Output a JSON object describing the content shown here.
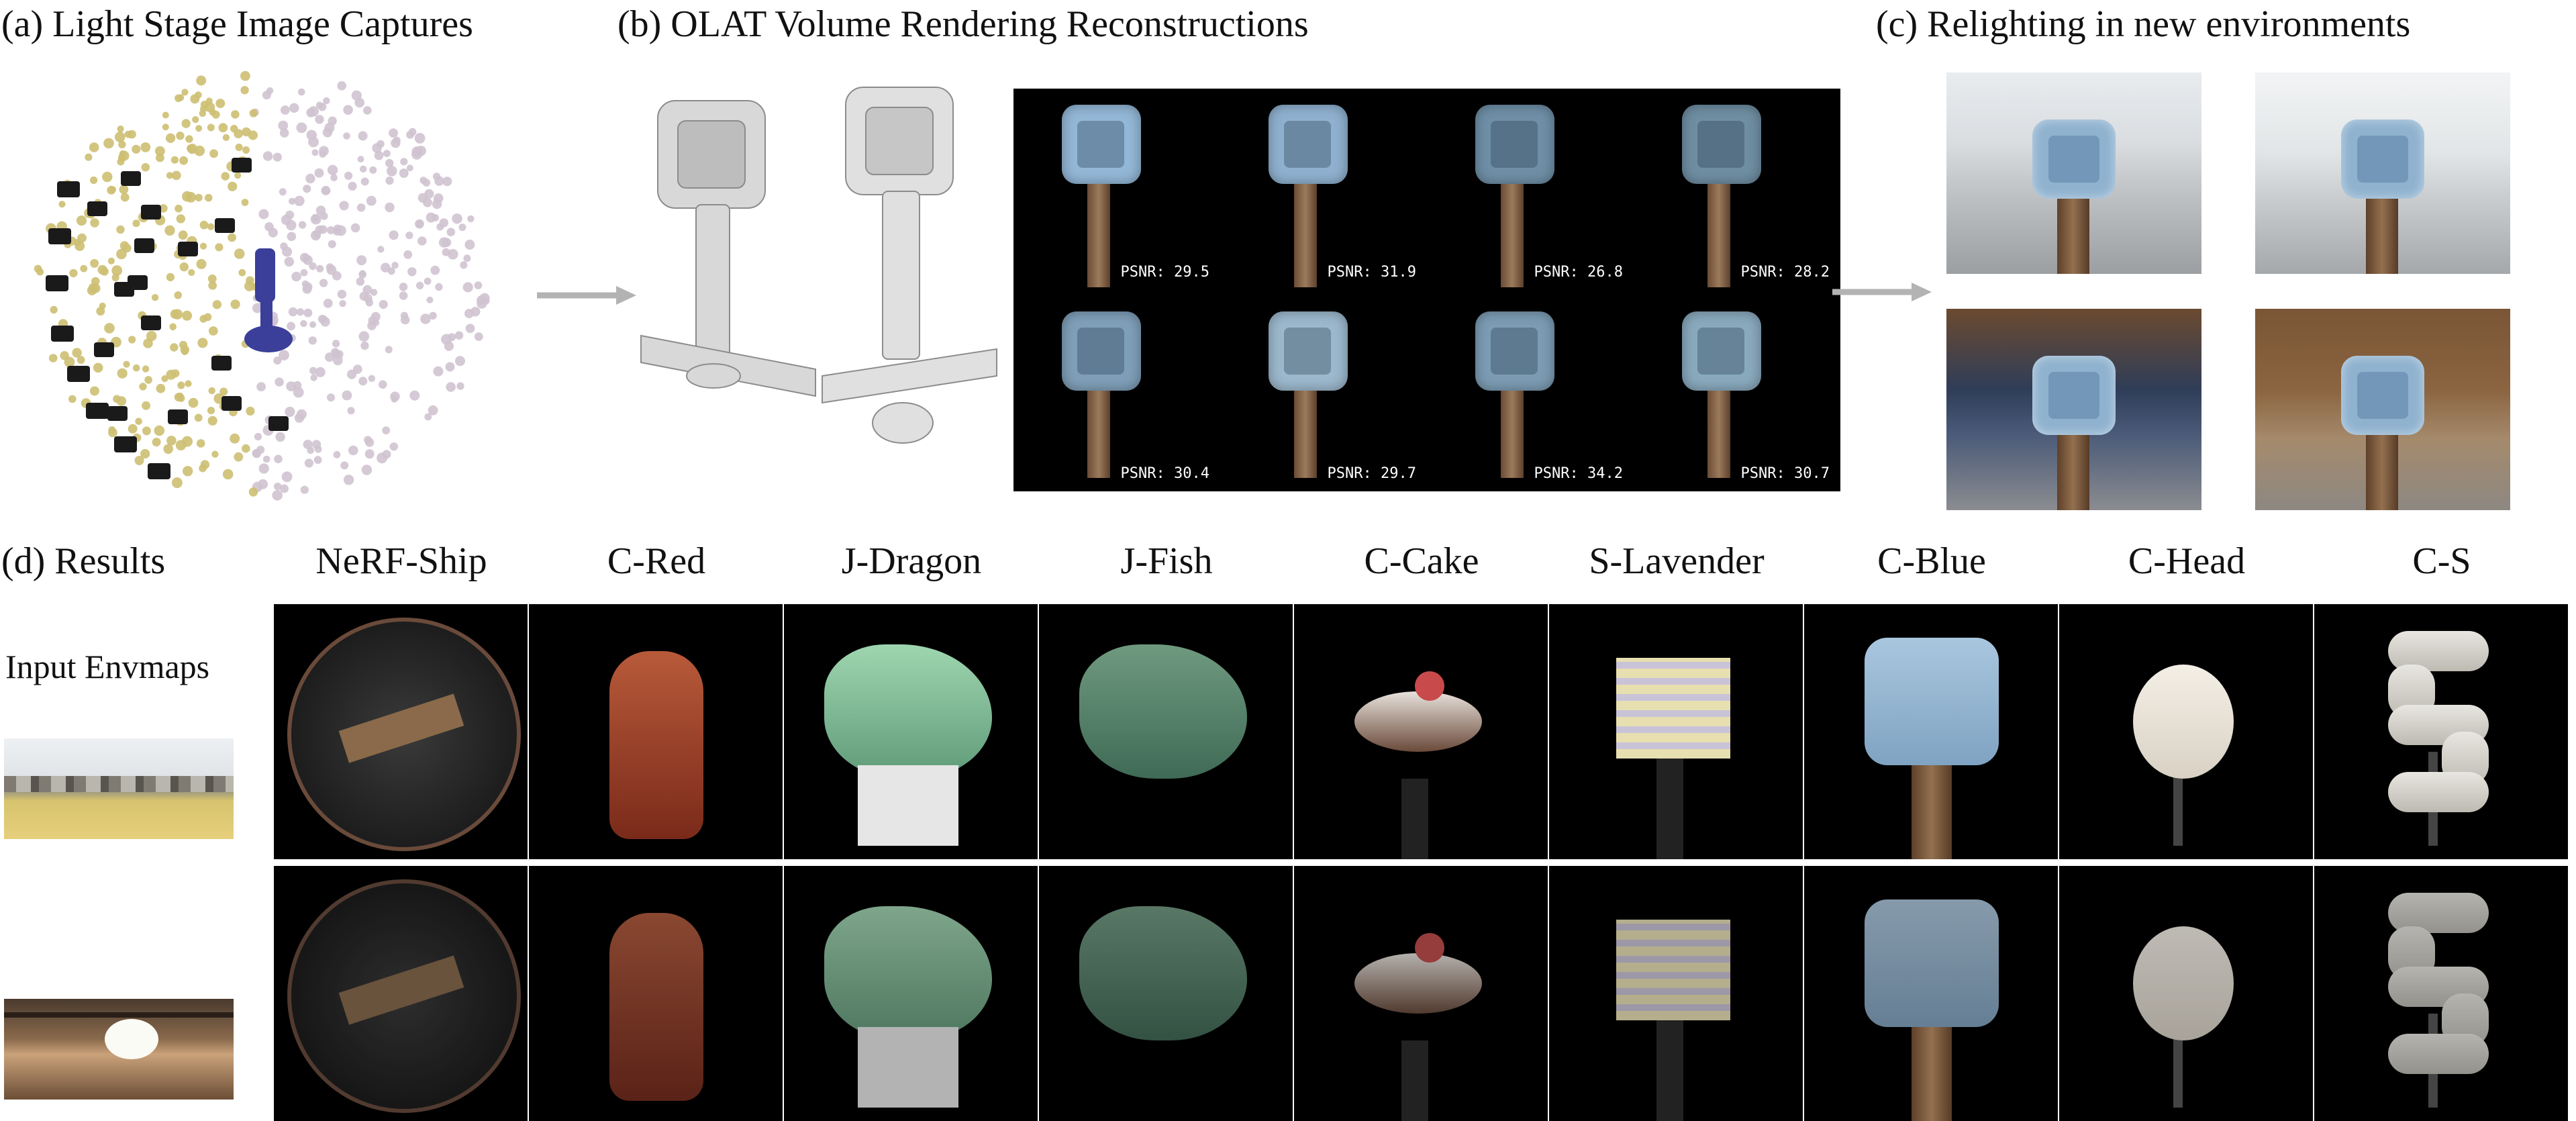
{
  "panels": {
    "a_caption": "(a)  Light Stage Image Captures",
    "b_caption": "(b)  OLAT Volume Rendering Reconstructions",
    "c_caption": "(c)  Relighting in new environments",
    "d_caption": "(d) Results"
  },
  "psnr_values": [
    "PSNR: 29.5",
    "PSNR: 31.9",
    "PSNR: 26.8",
    "PSNR: 28.2",
    "PSNR: 30.4",
    "PSNR: 29.7",
    "PSNR: 34.2",
    "PSNR: 30.7"
  ],
  "results": {
    "input_label": "Input Envmaps",
    "columns": [
      "NeRF-Ship",
      "C-Red",
      "J-Dragon",
      "J-Fish",
      "C-Cake",
      "S-Lavender",
      "C-Blue",
      "C-Head",
      "C-S"
    ]
  },
  "colors": {
    "dome_gold": "#cdbf72",
    "dome_pale": "#cfc3d0",
    "object_blue": "#3b3f9a",
    "cube_blue": "#8fb2cf",
    "arrow_gray": "#b3b3b3"
  }
}
